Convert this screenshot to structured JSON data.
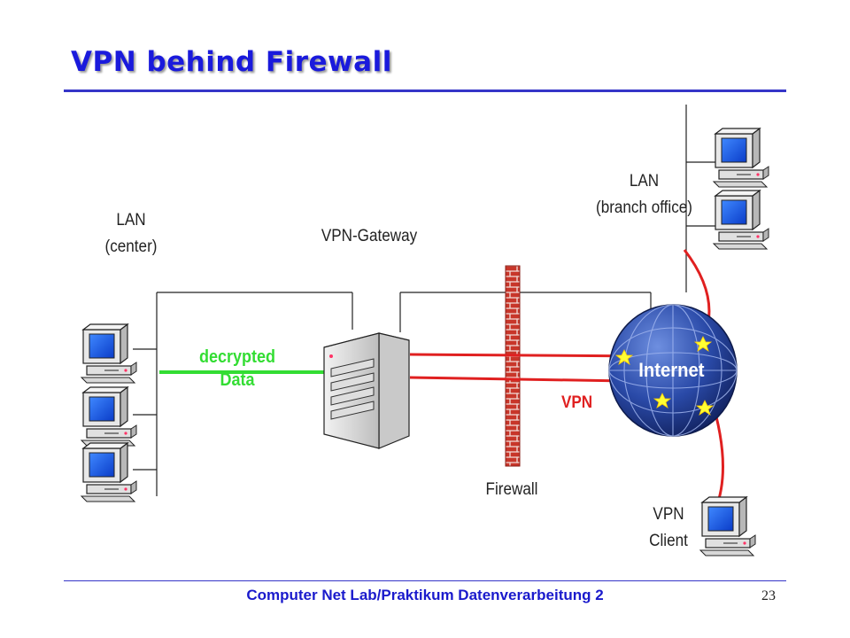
{
  "title": "VPN behind Firewall",
  "labels": {
    "lan_center": [
      "LAN",
      "(center)"
    ],
    "vpn_gateway": "VPN-Gateway",
    "lan_branch": [
      "LAN",
      "(branch office)"
    ],
    "decrypted_data": [
      "decrypted",
      "Data"
    ],
    "internet": "Internet",
    "vpn": "VPN",
    "firewall": "Firewall",
    "vpn_client": [
      "VPN",
      "Client"
    ]
  },
  "footer": {
    "text": "Computer Net Lab/Praktikum Datenverarbeitung 2",
    "page": "23"
  },
  "colors": {
    "title": "#1a1adc",
    "vpn_tunnel": "#e02020",
    "decrypted_line": "#33dd33",
    "brick": "#c8362a",
    "globe": "#1e3d8f"
  },
  "icons": [
    "desktop-computer-icon",
    "server-tower-icon",
    "brick-wall-icon",
    "globe-icon"
  ]
}
